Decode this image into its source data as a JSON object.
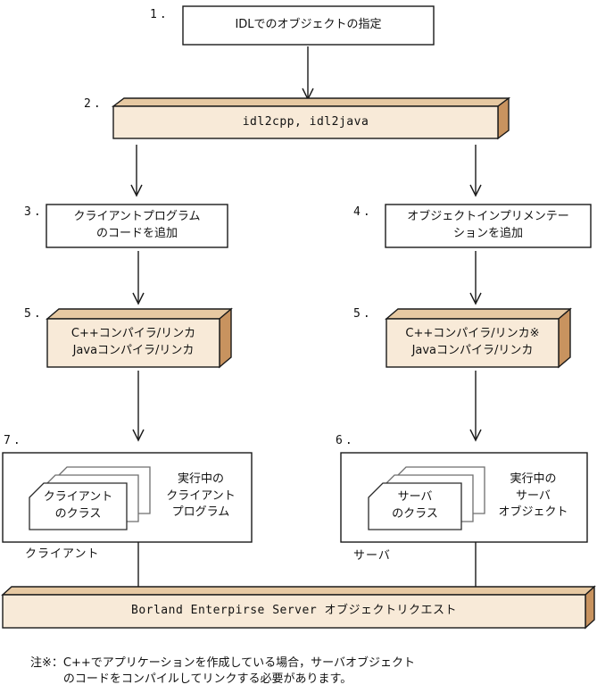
{
  "colors": {
    "background": "#ffffff",
    "box_face": "#f8ead8",
    "box_top": "#e7c9a2",
    "box_side": "#c8935f",
    "line": "#1a1a1a"
  },
  "steps": {
    "s1": {
      "num": "1.",
      "label": "IDLでのオブジェクトの指定"
    },
    "s2": {
      "num": "2.",
      "label": "idl2cpp, idl2java"
    },
    "s3": {
      "num": "3.",
      "label": "クライアントプログラム\nのコードを追加"
    },
    "s4": {
      "num": "4.",
      "label": "オブジェクトインプリメンテー\nションを追加"
    },
    "s5_left": {
      "num": "5.",
      "label": "C++コンパイラ/リンカ\nJavaコンパイラ/リンカ"
    },
    "s5_right": {
      "num": "5.",
      "label": "C++コンパイラ/リンカ※\nJavaコンパイラ/リンカ"
    },
    "s7": {
      "num": "7.",
      "card_label": "クライアント\nのクラス",
      "side_label": "実行中の\nクライアント\nプログラム",
      "caption": "クライアント"
    },
    "s6": {
      "num": "6.",
      "card_label": "サーバ\nのクラス",
      "side_label": "実行中の\nサーバ\nオブジェクト",
      "caption": "サーバ"
    }
  },
  "bus": {
    "label": "Borland Enterpirse Server オブジェクトリクエスト"
  },
  "note": {
    "prefix": "注※：",
    "text": "C++でアプリケーションを作成している場合，サーバオブジェクト\nのコードをコンパイルしてリンクする必要があります。"
  }
}
